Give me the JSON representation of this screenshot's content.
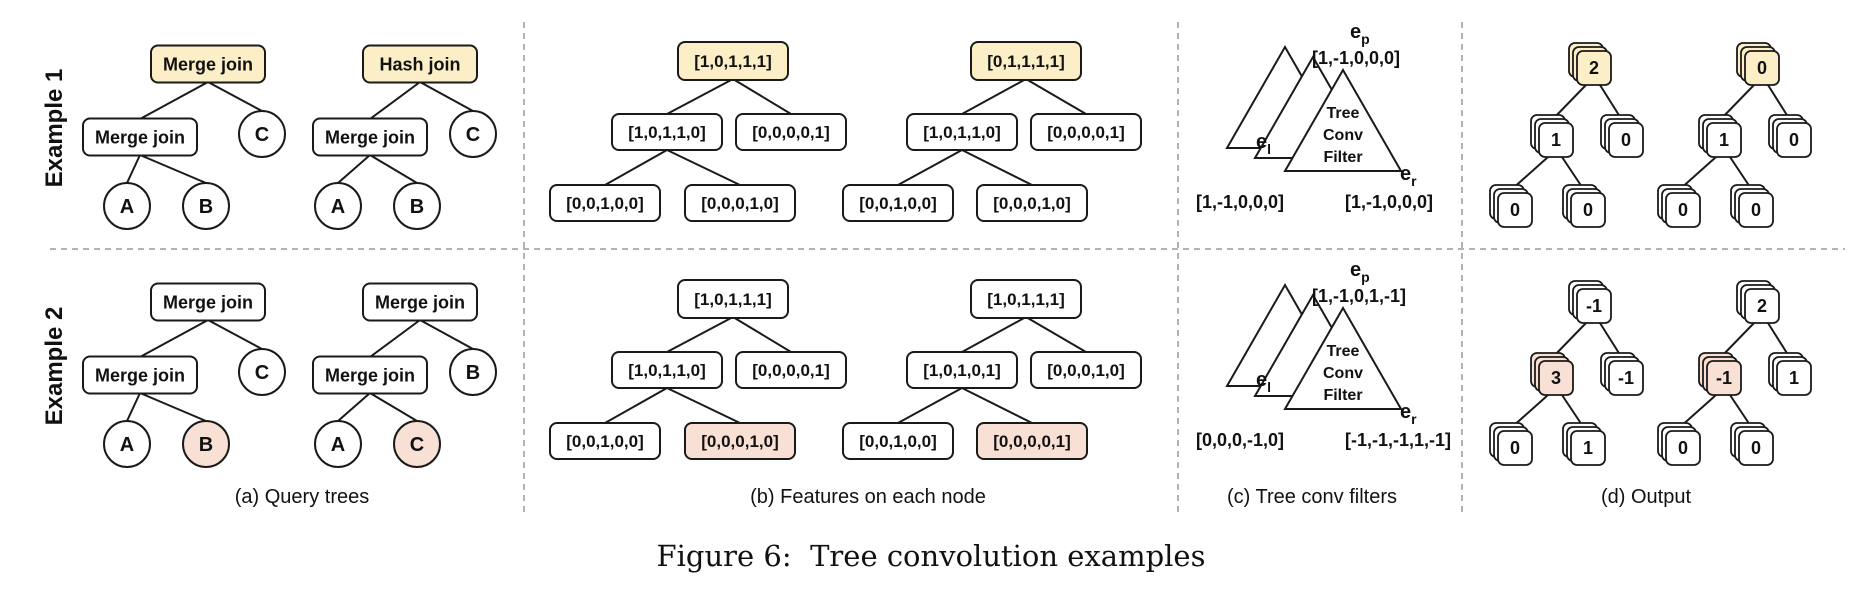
{
  "colors": {
    "yellow": "#fcefc7",
    "pink": "#f9e0d4",
    "white": "#ffffff",
    "stroke": "#1a1a1a",
    "divider": "#9a9a9a"
  },
  "rows": [
    {
      "label": "Example 1"
    },
    {
      "label": "Example 2"
    }
  ],
  "panels": {
    "query_trees": "(a) Query trees",
    "features": "(b) Features on each node",
    "filters": "(c) Tree conv filters",
    "output": "(d) Output"
  },
  "query_trees": [
    [
      {
        "root": {
          "text": "Merge join",
          "hl": "yellow"
        },
        "mid": {
          "text": "Merge join"
        },
        "right": {
          "text": "C"
        },
        "ll": {
          "text": "A"
        },
        "lr": {
          "text": "B"
        }
      },
      {
        "root": {
          "text": "Hash join",
          "hl": "yellow"
        },
        "mid": {
          "text": "Merge join"
        },
        "right": {
          "text": "C"
        },
        "ll": {
          "text": "A"
        },
        "lr": {
          "text": "B"
        }
      }
    ],
    [
      {
        "root": {
          "text": "Merge join"
        },
        "mid": {
          "text": "Merge join"
        },
        "right": {
          "text": "C"
        },
        "ll": {
          "text": "A"
        },
        "lr": {
          "text": "B",
          "hl": "pink"
        }
      },
      {
        "root": {
          "text": "Merge join"
        },
        "mid": {
          "text": "Merge join"
        },
        "right": {
          "text": "B"
        },
        "ll": {
          "text": "A"
        },
        "lr": {
          "text": "C",
          "hl": "pink"
        }
      }
    ]
  ],
  "features": [
    [
      {
        "root": {
          "text": "[1,0,1,1,1]",
          "hl": "yellow"
        },
        "mid": {
          "text": "[1,0,1,1,0]"
        },
        "right": {
          "text": "[0,0,0,0,1]"
        },
        "ll": {
          "text": "[0,0,1,0,0]"
        },
        "lr": {
          "text": "[0,0,0,1,0]"
        }
      },
      {
        "root": {
          "text": "[0,1,1,1,1]",
          "hl": "yellow"
        },
        "mid": {
          "text": "[1,0,1,1,0]"
        },
        "right": {
          "text": "[0,0,0,0,1]"
        },
        "ll": {
          "text": "[0,0,1,0,0]"
        },
        "lr": {
          "text": "[0,0,0,1,0]"
        }
      }
    ],
    [
      {
        "root": {
          "text": "[1,0,1,1,1]"
        },
        "mid": {
          "text": "[1,0,1,1,0]"
        },
        "right": {
          "text": "[0,0,0,0,1]"
        },
        "ll": {
          "text": "[0,0,1,0,0]"
        },
        "lr": {
          "text": "[0,0,0,1,0]",
          "hl": "pink"
        }
      },
      {
        "root": {
          "text": "[1,0,1,1,1]"
        },
        "mid": {
          "text": "[1,0,1,0,1]"
        },
        "right": {
          "text": "[0,0,0,1,0]"
        },
        "ll": {
          "text": "[0,0,1,0,0]"
        },
        "lr": {
          "text": "[0,0,0,0,1]",
          "hl": "pink"
        }
      }
    ]
  ],
  "filters": [
    {
      "inner": [
        "Tree",
        "Conv",
        "Filter"
      ],
      "ep": "e",
      "ep_sub": "p",
      "el": "e",
      "el_sub": "l",
      "er": "e",
      "er_sub": "r",
      "wp": "[1,-1,0,0,0]",
      "wl": "[1,-1,0,0,0]",
      "wr": "[1,-1,0,0,0]"
    },
    {
      "inner": [
        "Tree",
        "Conv",
        "Filter"
      ],
      "ep": "e",
      "ep_sub": "p",
      "el": "e",
      "el_sub": "l",
      "er": "e",
      "er_sub": "r",
      "wp": "[1,-1,0,1,-1]",
      "wl": "[0,0,0,-1,0]",
      "wr": "[-1,-1,-1,1,-1]"
    }
  ],
  "outputs": [
    [
      {
        "root": {
          "text": "2",
          "hl": "yellow"
        },
        "mid": {
          "text": "1"
        },
        "right": {
          "text": "0"
        },
        "ll": {
          "text": "0"
        },
        "lr": {
          "text": "0"
        }
      },
      {
        "root": {
          "text": "0",
          "hl": "yellow"
        },
        "mid": {
          "text": "1"
        },
        "right": {
          "text": "0"
        },
        "ll": {
          "text": "0"
        },
        "lr": {
          "text": "0"
        }
      }
    ],
    [
      {
        "root": {
          "text": "-1"
        },
        "mid": {
          "text": "3",
          "hl": "pink"
        },
        "right": {
          "text": "-1"
        },
        "ll": {
          "text": "0"
        },
        "lr": {
          "text": "1"
        }
      },
      {
        "root": {
          "text": "2"
        },
        "mid": {
          "text": "-1",
          "hl": "pink"
        },
        "right": {
          "text": "1"
        },
        "ll": {
          "text": "0"
        },
        "lr": {
          "text": "0"
        }
      }
    ]
  ],
  "figure_caption": "Figure 6:  Tree convolution examples"
}
